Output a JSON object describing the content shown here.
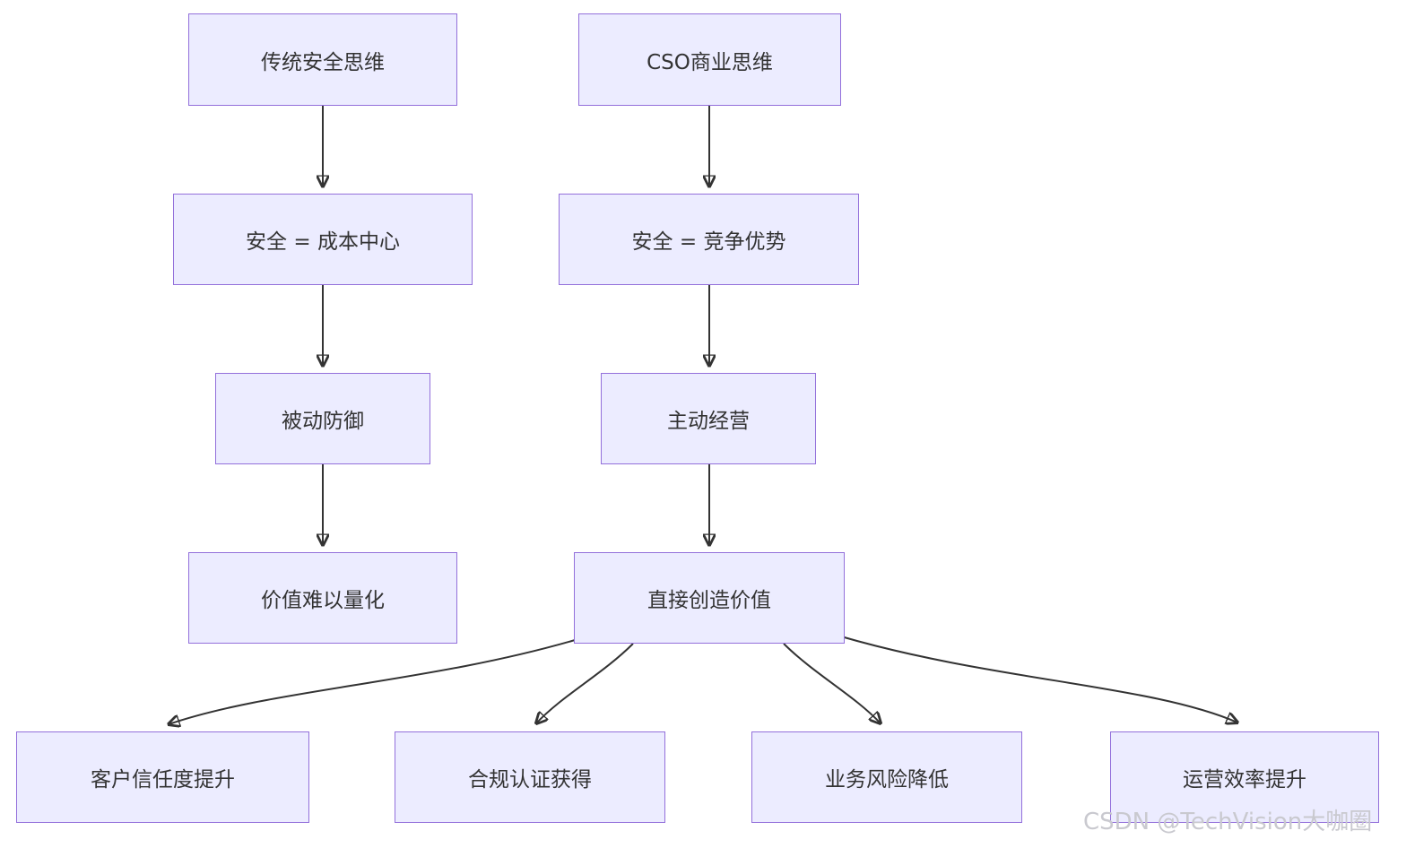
{
  "diagram": {
    "type": "flowchart",
    "colors": {
      "node_fill": "#ECECFF",
      "node_border": "#9370DB",
      "text": "#333333",
      "arrow": "#333333",
      "background": "#ffffff"
    },
    "nodes": {
      "traditional": {
        "label": "传统安全思维"
      },
      "cost_center": {
        "label": "安全 = 成本中心"
      },
      "passive": {
        "label": "被动防御"
      },
      "quantify": {
        "label": "价值难以量化"
      },
      "cso": {
        "label": "CSO商业思维"
      },
      "advantage": {
        "label": "安全 = 竞争优势"
      },
      "proactive": {
        "label": "主动经营"
      },
      "create_value": {
        "label": "直接创造价值"
      },
      "trust": {
        "label": "客户信任度提升"
      },
      "compliance": {
        "label": "合规认证获得"
      },
      "risk": {
        "label": "业务风险降低"
      },
      "efficiency": {
        "label": "运营效率提升"
      }
    },
    "edges": [
      {
        "from": "traditional",
        "to": "cost_center"
      },
      {
        "from": "cost_center",
        "to": "passive"
      },
      {
        "from": "passive",
        "to": "quantify"
      },
      {
        "from": "cso",
        "to": "advantage"
      },
      {
        "from": "advantage",
        "to": "proactive"
      },
      {
        "from": "proactive",
        "to": "create_value"
      },
      {
        "from": "create_value",
        "to": "trust"
      },
      {
        "from": "create_value",
        "to": "compliance"
      },
      {
        "from": "create_value",
        "to": "risk"
      },
      {
        "from": "create_value",
        "to": "efficiency"
      }
    ]
  },
  "watermark": {
    "text": "CSDN @TechVision大咖圈"
  }
}
